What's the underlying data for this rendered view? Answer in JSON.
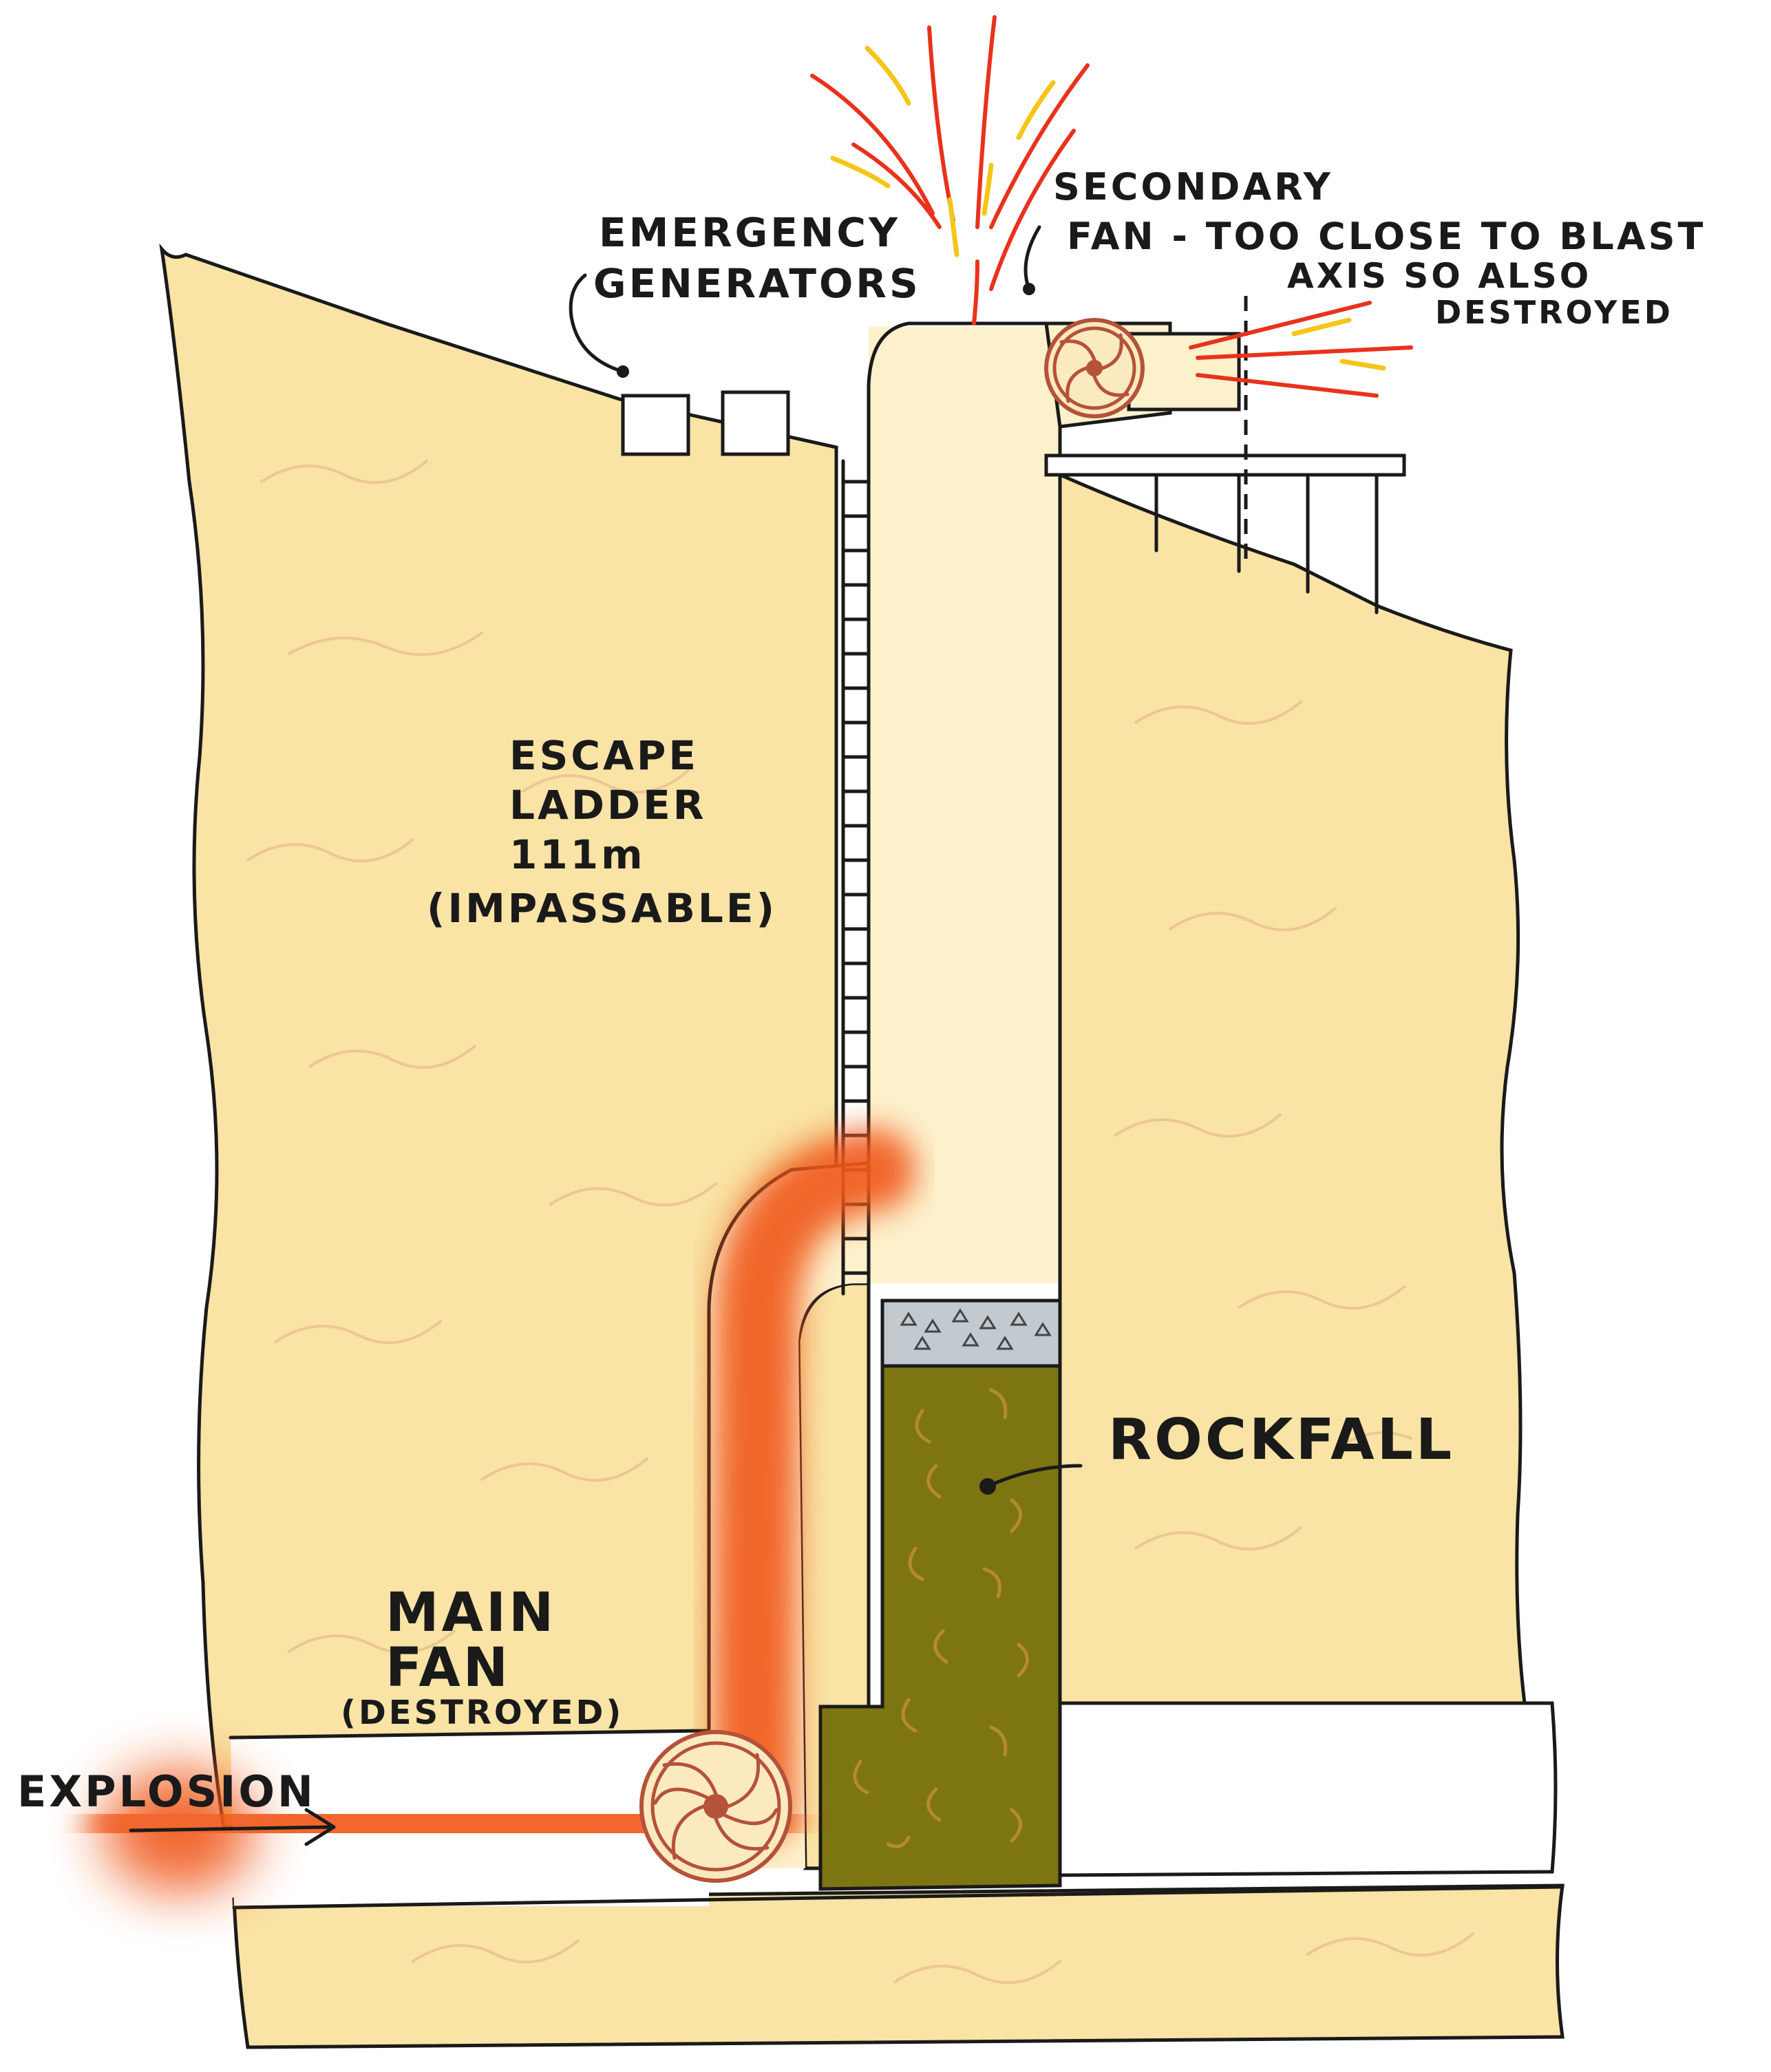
{
  "labels": {
    "emergency_generators": [
      "EMERGENCY",
      "GENERATORS"
    ],
    "secondary_fan": [
      "SECONDARY",
      "FAN - TOO CLOSE TO BLAST",
      "AXIS SO ALSO",
      "DESTROYED"
    ],
    "escape_ladder": [
      "ESCAPE",
      "LADDER",
      "111m",
      "(IMPASSABLE)"
    ],
    "rockfall": "ROCKFALL",
    "main_fan": [
      "MAIN",
      "FAN",
      "(DESTROYED)"
    ],
    "explosion": "EXPLOSION"
  },
  "colors": {
    "ground": "#f9e3a5",
    "blast": "#f05a1e",
    "rockfall": "#7d7512",
    "rubble_cap": "#c2c9cf",
    "tunnel": "#ffffff",
    "ink": "#1a1a1a"
  }
}
